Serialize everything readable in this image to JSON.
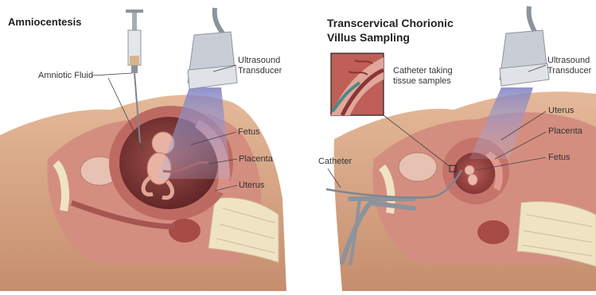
{
  "left_panel": {
    "title": "Amniocentesis",
    "labels": {
      "amniotic_fluid": "Amniotic Fluid",
      "ultrasound_transducer": "Ultrasound Transducer",
      "fetus": "Fetus",
      "placenta": "Placenta",
      "uterus": "Uterus"
    }
  },
  "right_panel": {
    "title": "Transcervical Chorionic Villus Sampling",
    "labels": {
      "catheter_inset": "Catheter taking tissue samples",
      "ultrasound_transducer": "Ultrasound Transducer",
      "uterus": "Uterus",
      "placenta": "Placenta",
      "fetus": "Fetus",
      "catheter": "Catheter"
    }
  },
  "colors": {
    "skin": "#d9ab8a",
    "tissue": "#c97a72",
    "uterus_wall": "#b85e5a",
    "amniotic": "#8a3a3a",
    "ultrasound_beam": "#8f8fc6",
    "transducer": "#c9ced6",
    "needle": "#9aa0a8",
    "bone": "#efe3c4"
  }
}
